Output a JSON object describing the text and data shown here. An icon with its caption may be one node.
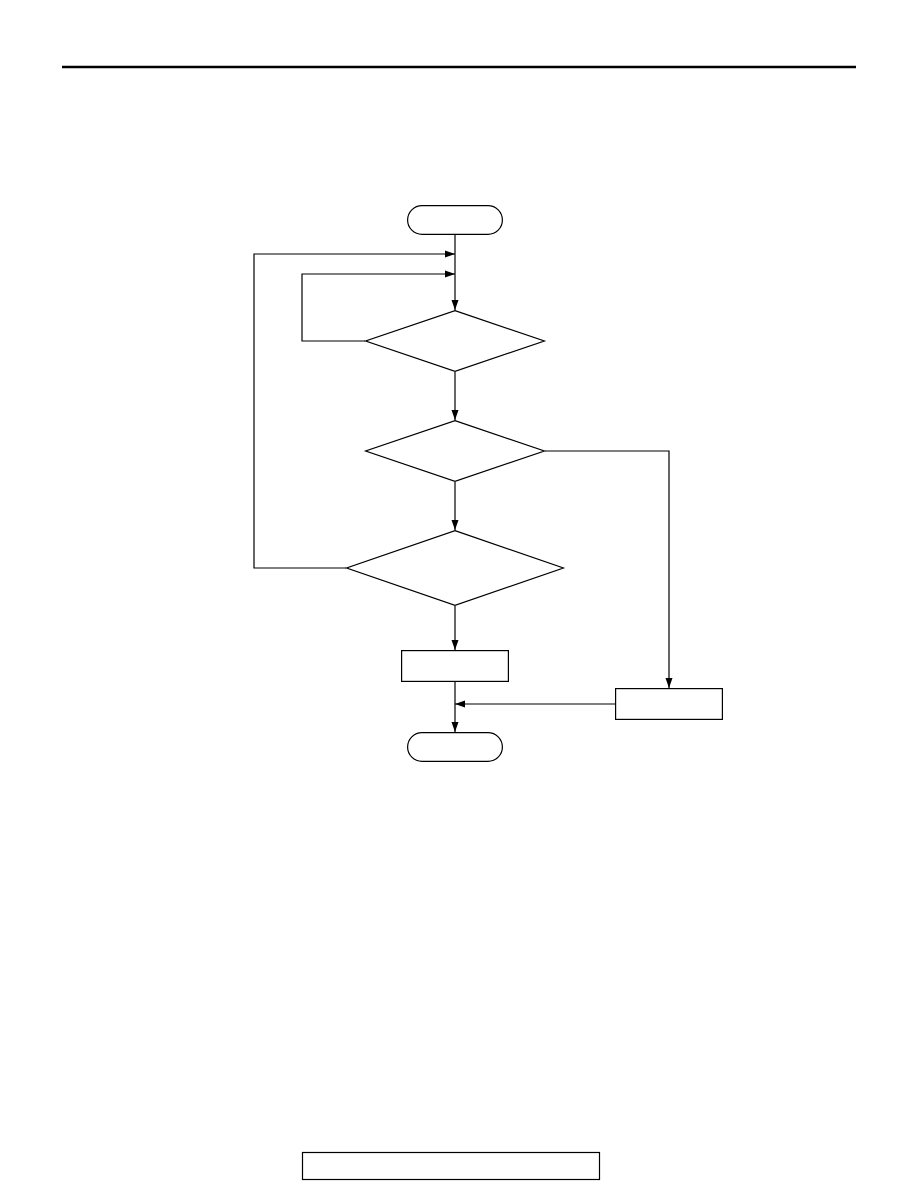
{
  "diagram": {
    "nodes": [
      {
        "text": [],
        "shape": "pill"
      },
      {
        "text": [],
        "shape": "diamond"
      },
      {
        "text": [],
        "shape": "diamond"
      },
      {
        "text": [],
        "shape": "diamond"
      },
      {
        "text": [],
        "shape": "box"
      },
      {
        "text": [],
        "shape": "box"
      },
      {
        "text": [],
        "shape": "pill"
      }
    ],
    "edges": [
      {
        "from": 0,
        "to": 1,
        "arrow": "to"
      },
      {
        "from": 1,
        "to": 1,
        "arrow": "to"
      },
      {
        "from": 1,
        "to": 2,
        "arrow": "to"
      },
      {
        "from": 2,
        "to": 3,
        "arrow": "to"
      },
      {
        "from": 2,
        "to": 5,
        "arrow": "to"
      },
      {
        "from": 3,
        "to": 1,
        "arrow": "to"
      },
      {
        "from": 3,
        "to": 4,
        "arrow": "to"
      },
      {
        "from": 4,
        "to": 6,
        "arrow": "to"
      },
      {
        "from": 5,
        "to": 6,
        "arrow": "to"
      }
    ]
  }
}
